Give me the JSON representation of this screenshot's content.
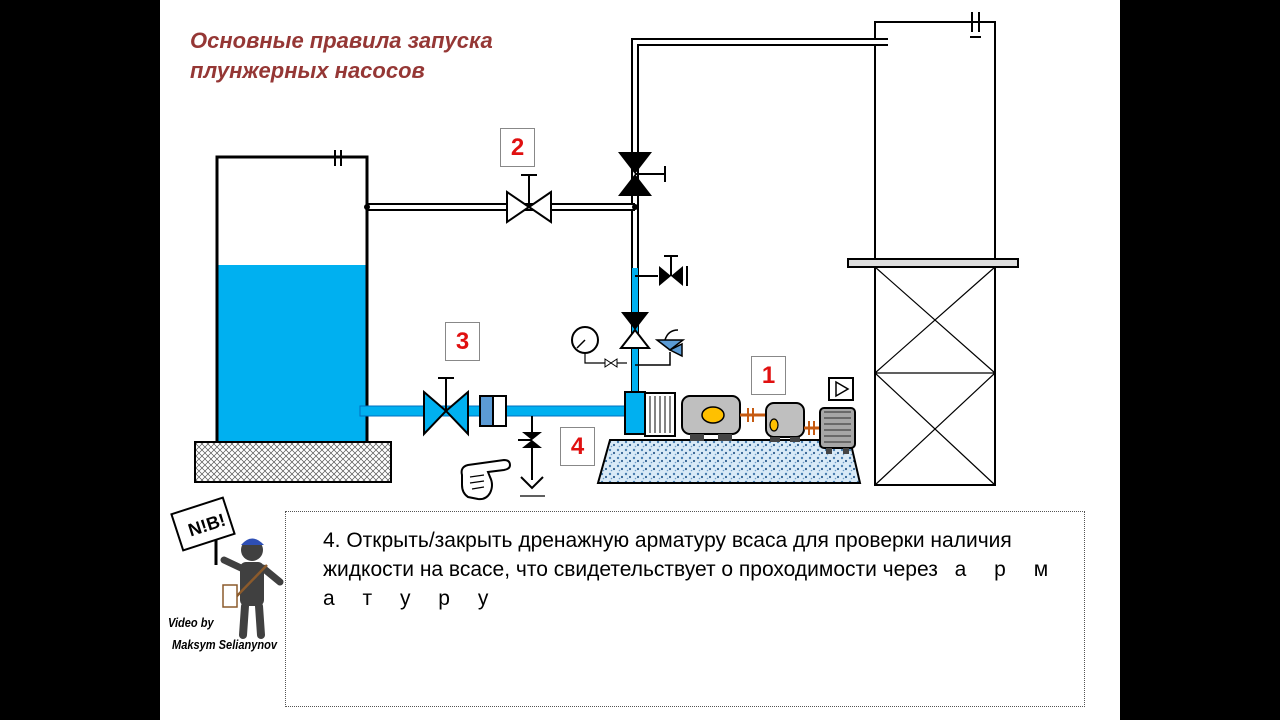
{
  "slide": {
    "title_line1": "Основные правила запуска",
    "title_line2": "плунжерных насосов"
  },
  "labels": {
    "n1": "1",
    "n2": "2",
    "n3": "3",
    "n4": "4"
  },
  "caption": {
    "text": "4. Открыть/закрыть дренажную арматуру всаса для проверки наличия жидкости на всасе, что свидетельствует о проходимости через",
    "tail": " а р м а т у р у"
  },
  "logo": {
    "sign": "N!B!",
    "video_by": "Video by",
    "author": "Maksym Selianynov"
  },
  "colors": {
    "water": "#00b0f0",
    "title": "#953735",
    "number": "#e01010",
    "valve_blue": "#0070c0"
  }
}
